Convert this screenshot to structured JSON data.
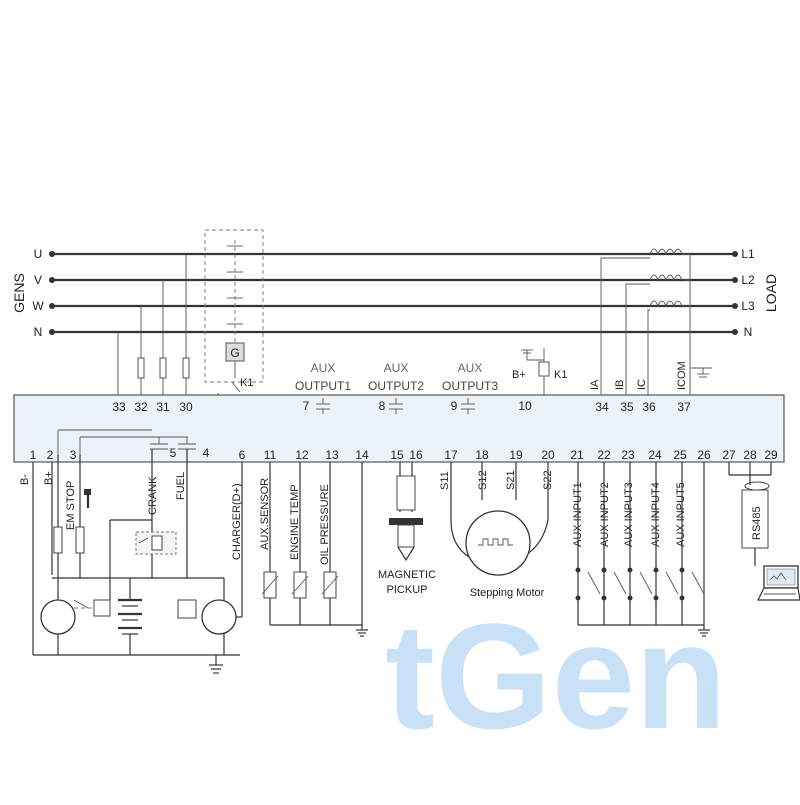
{
  "watermark": "tGen",
  "lines": {
    "phases": [
      "U",
      "V",
      "W",
      "N"
    ],
    "loads": [
      "L1",
      "L2",
      "L3",
      "N"
    ],
    "gens_label": "GENS",
    "load_label": "LOAD"
  },
  "generator_label": "G",
  "relay_k1": "K1",
  "b_plus": "B+",
  "top_terminals": {
    "sense": [
      "33",
      "32",
      "31",
      "30"
    ],
    "aux1": {
      "num": "7",
      "line1": "AUX",
      "line2": "OUTPUT1"
    },
    "aux2": {
      "num": "8",
      "line1": "AUX",
      "line2": "OUTPUT2"
    },
    "aux3": {
      "num": "9",
      "line1": "AUX",
      "line2": "OUTPUT3"
    },
    "k1_num": "10",
    "ct": [
      "34",
      "35",
      "36",
      "37"
    ],
    "ct_labels": [
      "IA",
      "IB",
      "IC",
      "ICOM"
    ]
  },
  "bottom_terminals": [
    "1",
    "2",
    "3",
    "4",
    "5",
    "6",
    "11",
    "12",
    "13",
    "14",
    "15",
    "16",
    "17",
    "18",
    "19",
    "20",
    "21",
    "22",
    "23",
    "24",
    "25",
    "26",
    "27",
    "28",
    "29"
  ],
  "bottom_labels": {
    "b_minus": "B-",
    "b_plus": "B+",
    "em_stop": "EM STOP",
    "crank": "CRANK",
    "fuel": "FUEL",
    "charger": "CHARGER(D+)",
    "aux_sensor": "AUX.SENSOR",
    "engine_temp": "ENGINE TEMP",
    "oil_pressure": "OIL PRESSURE",
    "s11": "S11",
    "s12": "S12",
    "s21": "S21",
    "s22": "S22",
    "aux_inputs": [
      "AUX INPUT1",
      "AUX INPUT2",
      "AUX INPUT3",
      "AUX INPUT4",
      "AUX INPUT5"
    ],
    "rs485": "RS485"
  },
  "devices": {
    "magnetic_pickup": [
      "MAGNETIC",
      "PICKUP"
    ],
    "stepping_motor": "Stepping Motor"
  }
}
